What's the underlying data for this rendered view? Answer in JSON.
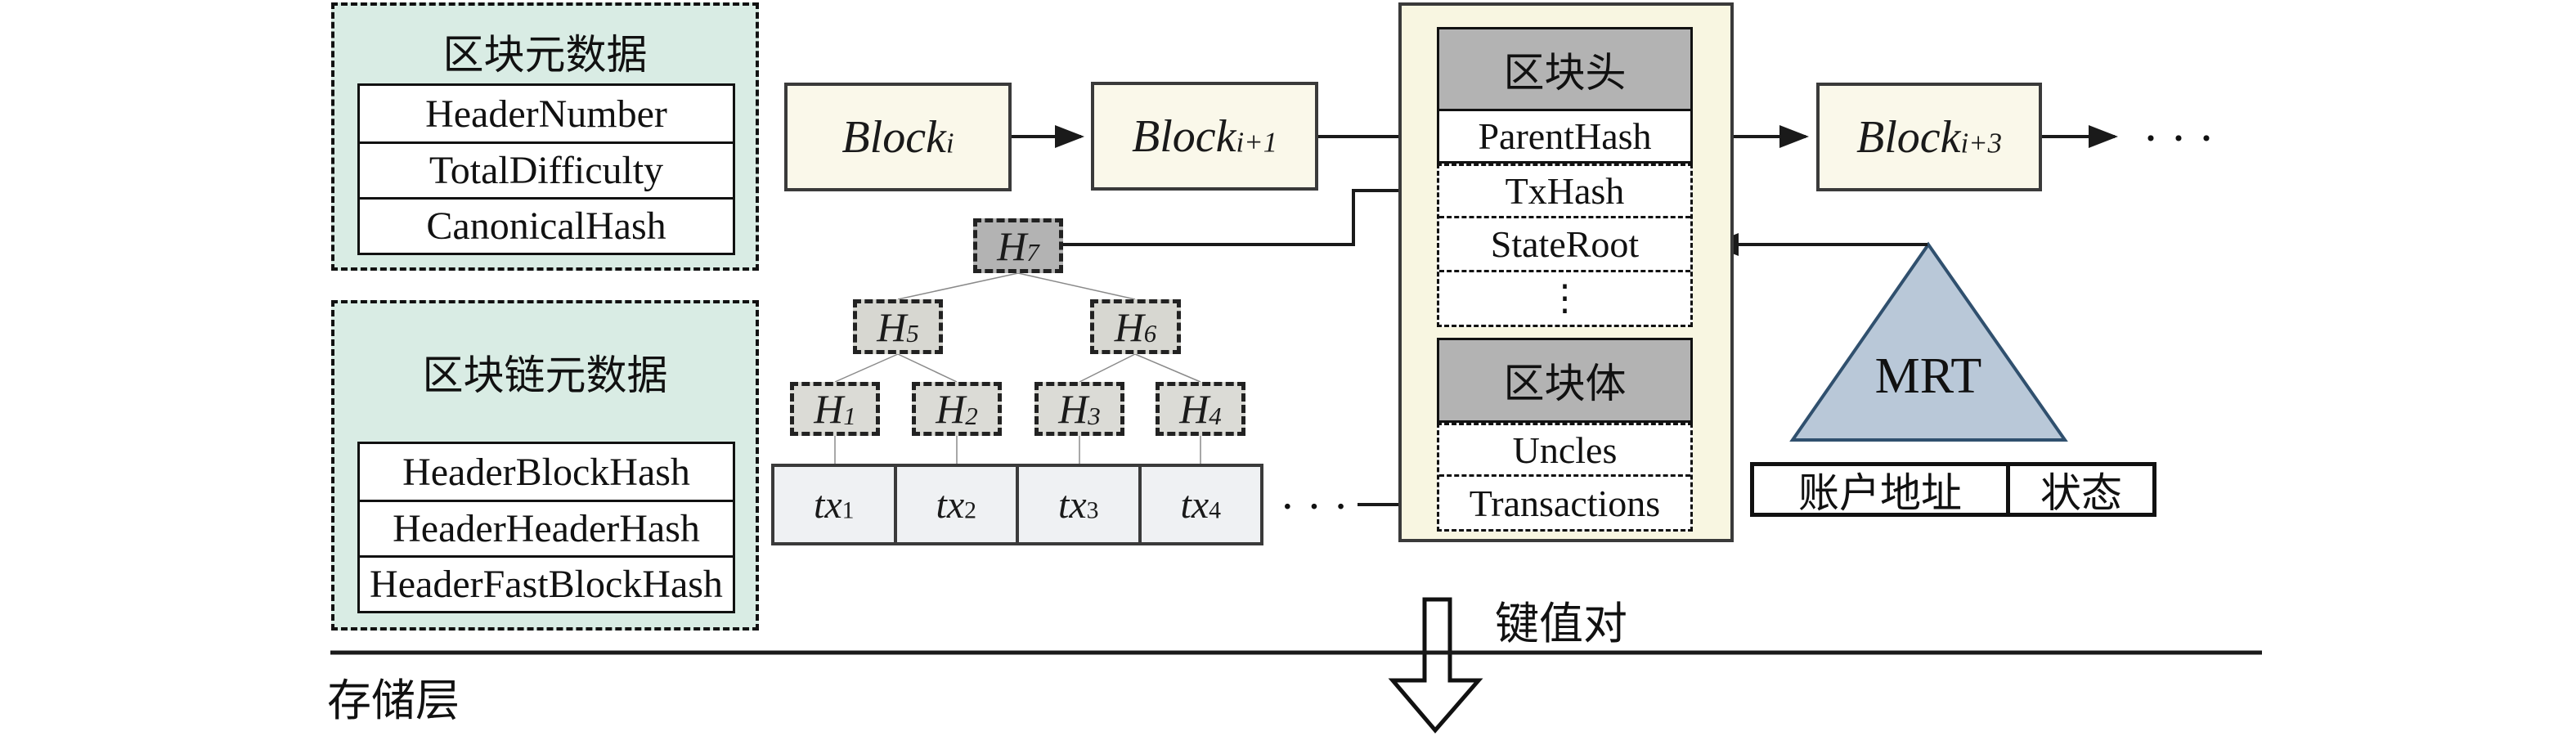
{
  "panels": {
    "block_meta": {
      "title": "区块元数据",
      "rows": [
        "HeaderNumber",
        "TotalDifficulty",
        "CanonicalHash"
      ]
    },
    "chain_meta": {
      "title": "区块链元数据",
      "rows": [
        "HeaderBlockHash",
        "HeaderHeaderHash",
        "HeaderFastBlockHash"
      ]
    }
  },
  "chain": {
    "block_i": {
      "base": "Block",
      "sub": "i"
    },
    "block_i1": {
      "base": "Block",
      "sub": "i+1"
    },
    "block_i3": {
      "base": "Block",
      "sub": "i+3"
    },
    "ellipsis": "···"
  },
  "merkle": {
    "nodes": {
      "h7": {
        "base": "H",
        "sub": "7"
      },
      "h5": {
        "base": "H",
        "sub": "5"
      },
      "h6": {
        "base": "H",
        "sub": "6"
      },
      "h1": {
        "base": "H",
        "sub": "1"
      },
      "h2": {
        "base": "H",
        "sub": "2"
      },
      "h3": {
        "base": "H",
        "sub": "3"
      },
      "h4": {
        "base": "H",
        "sub": "4"
      }
    },
    "transactions": [
      {
        "base": "tx",
        "sub": "1"
      },
      {
        "base": "tx",
        "sub": "2"
      },
      {
        "base": "tx",
        "sub": "3"
      },
      {
        "base": "tx",
        "sub": "4"
      }
    ],
    "ellipsis": "···"
  },
  "block_structure": {
    "header_title": "区块头",
    "header_rows": [
      "ParentHash",
      "TxHash",
      "StateRoot"
    ],
    "vertical_dots": "⋮",
    "body_title": "区块体",
    "body_rows": [
      "Uncles",
      "Transactions"
    ]
  },
  "mrt_label": "MRT",
  "account_table": {
    "address_header": "账户地址",
    "state_header": "状态"
  },
  "labels": {
    "key_value_pair": "键值对",
    "storage_layer": "存储层"
  },
  "colors": {
    "panel_fill": "#d9ece4",
    "block_fill": "#faf8ea",
    "container_fill": "#f8f6e1",
    "header_gray": "#b3b3b3",
    "node_dark": "#b3b3b3",
    "node_mid": "#d7d7d1",
    "node_light": "#dbdbd6",
    "tx_fill": "#eff1f3",
    "triangle_fill": "#b9c8d8",
    "triangle_border": "#30506e",
    "line": "#1a1a1a"
  }
}
